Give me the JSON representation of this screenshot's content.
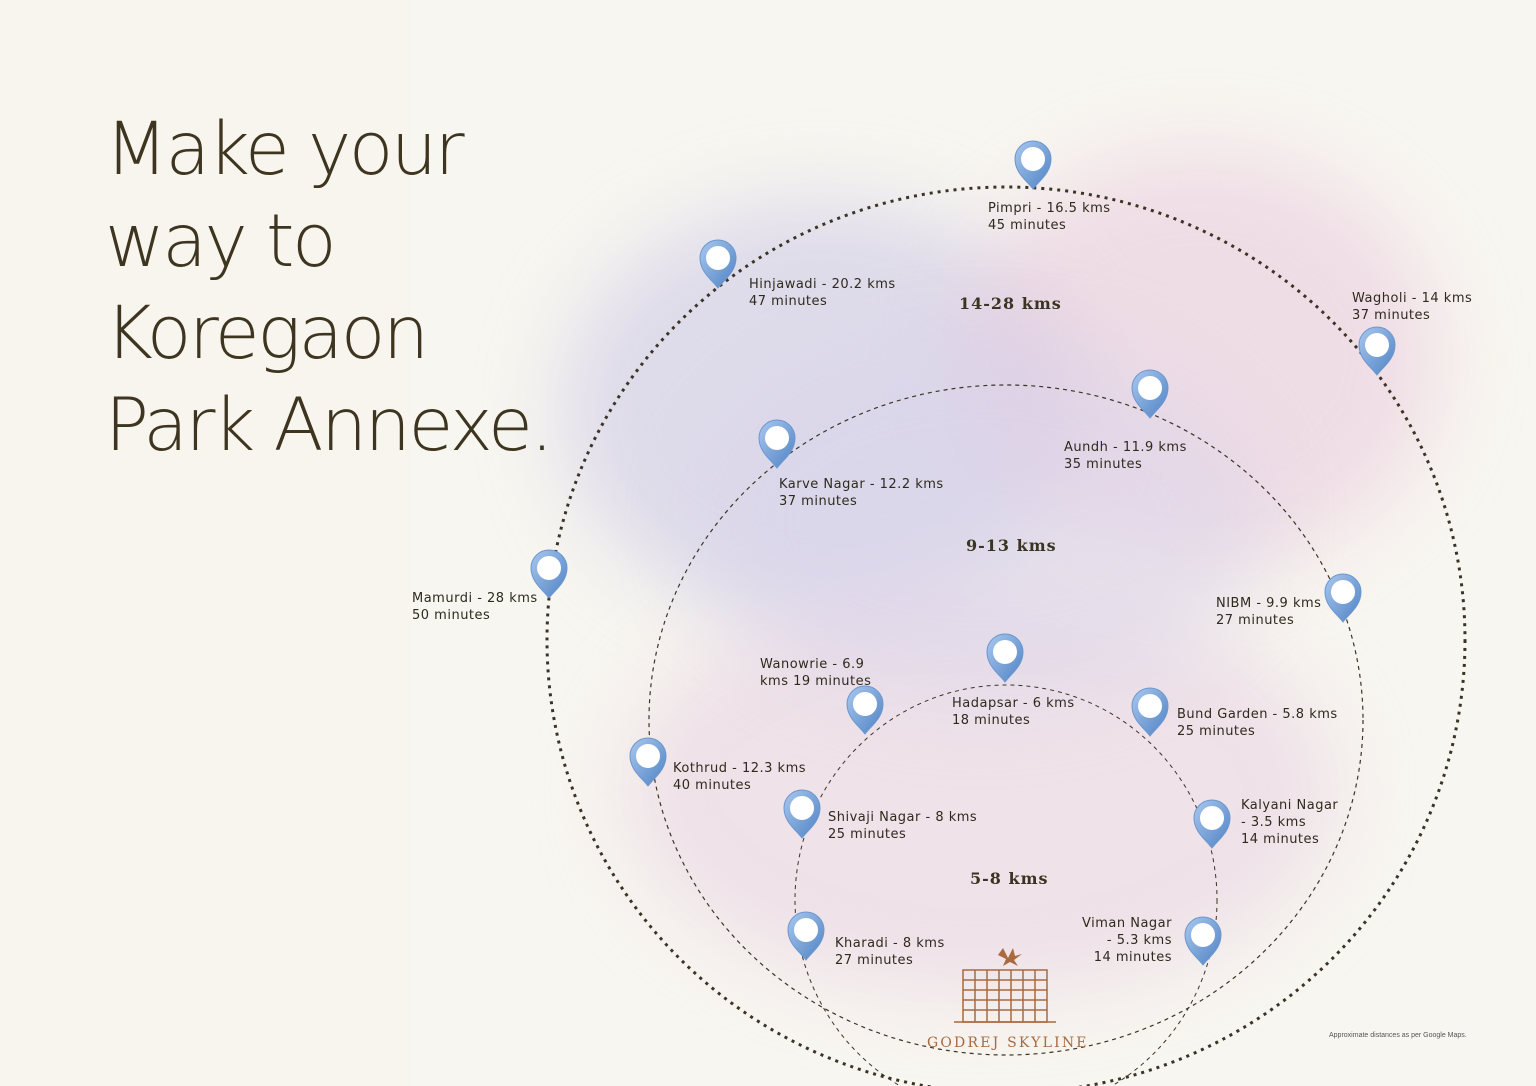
{
  "headline": {
    "line1": "Make your",
    "line2": "way to",
    "line3": "Koregaon",
    "line4": "Park Annexe."
  },
  "zones": {
    "outer": "14-28 kms",
    "middle": "9-13 kms",
    "inner": "5-8 kms"
  },
  "locations": {
    "pimpri": {
      "name": "Pimpri - 16.5 kms",
      "time": "45 minutes"
    },
    "hinjawadi": {
      "name": "Hinjawadi - 20.2 kms",
      "time": "47 minutes"
    },
    "wagholi": {
      "name": "Wagholi - 14 kms",
      "time": "37 minutes"
    },
    "aundh": {
      "name": "Aundh - 11.9 kms",
      "time": "35 minutes"
    },
    "karve_nagar": {
      "name": "Karve Nagar - 12.2 kms",
      "time": "37 minutes"
    },
    "mamurdi": {
      "name": "Mamurdi - 28 kms",
      "time": "50 minutes"
    },
    "nibm": {
      "name": "NIBM - 9.9 kms",
      "time": "27 minutes"
    },
    "wanowrie": {
      "line1": "Wanowrie - 6.9",
      "line2": "kms 19 minutes"
    },
    "hadapsar": {
      "name": "Hadapsar - 6 kms",
      "time": "18 minutes"
    },
    "bund_garden": {
      "name": "Bund Garden - 5.8 kms",
      "time": "25 minutes"
    },
    "kothrud": {
      "name": "Kothrud - 12.3 kms",
      "time": "40 minutes"
    },
    "shivaji_nagar": {
      "name": "Shivaji Nagar - 8 kms",
      "time": "25 minutes"
    },
    "kalyani_nagar": {
      "line1": "Kalyani Nagar",
      "line2": "- 3.5 kms",
      "line3": "14 minutes"
    },
    "kharadi": {
      "name": "Kharadi - 8 kms",
      "time": "27 minutes"
    },
    "viman_nagar": {
      "line1": "Viman Nagar",
      "line2": "- 5.3 kms",
      "line3": "14 minutes"
    }
  },
  "brand": {
    "name": "GODREJ SKYLINE"
  },
  "footnote": "Approximate distances as per Google Maps.",
  "colors": {
    "pin": "#7aa6d8",
    "ring": "#3b3426",
    "brand": "#a86a3e",
    "text": "#3d3520"
  }
}
